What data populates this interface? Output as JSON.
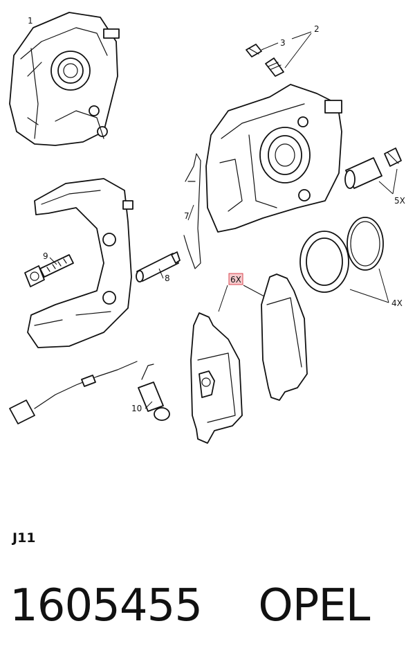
{
  "diagram": {
    "callouts": {
      "c1": "1",
      "c2": "2",
      "c3": "3",
      "c5x": "5X",
      "c7": "7",
      "c9": "9",
      "c8": "8",
      "c6x": "6X",
      "c4x": "4X",
      "c10": "10"
    }
  },
  "footer": {
    "section_code": "J11",
    "part_number": "1605455",
    "brand": "OPEL"
  }
}
